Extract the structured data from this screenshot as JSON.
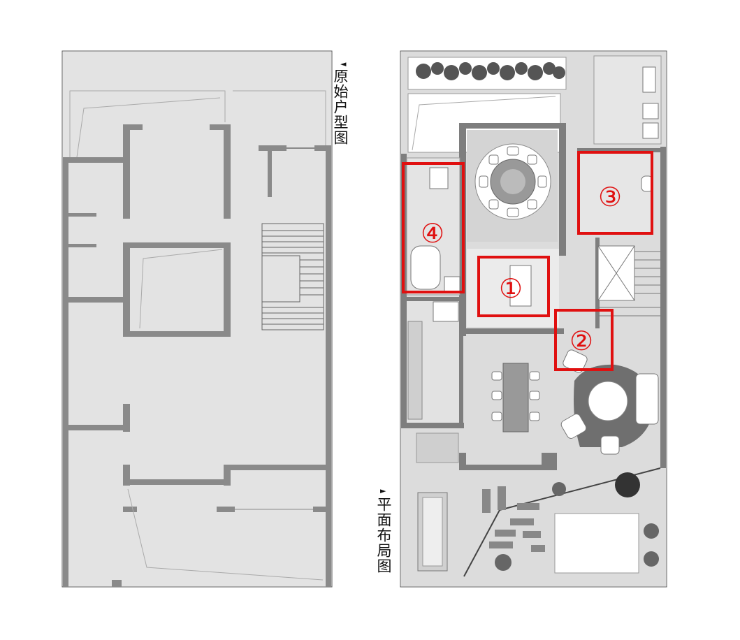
{
  "labels": {
    "original_plan": "原始户型图",
    "layout_plan": "平面布局图",
    "arrow_left": "◄",
    "arrow_right": "►"
  },
  "callouts": [
    "①",
    "②",
    "③",
    "④"
  ],
  "colors": {
    "wall": "#8a8a8a",
    "floor": "#e2e2e2",
    "outline": "#555555",
    "highlight": "#e01010"
  }
}
